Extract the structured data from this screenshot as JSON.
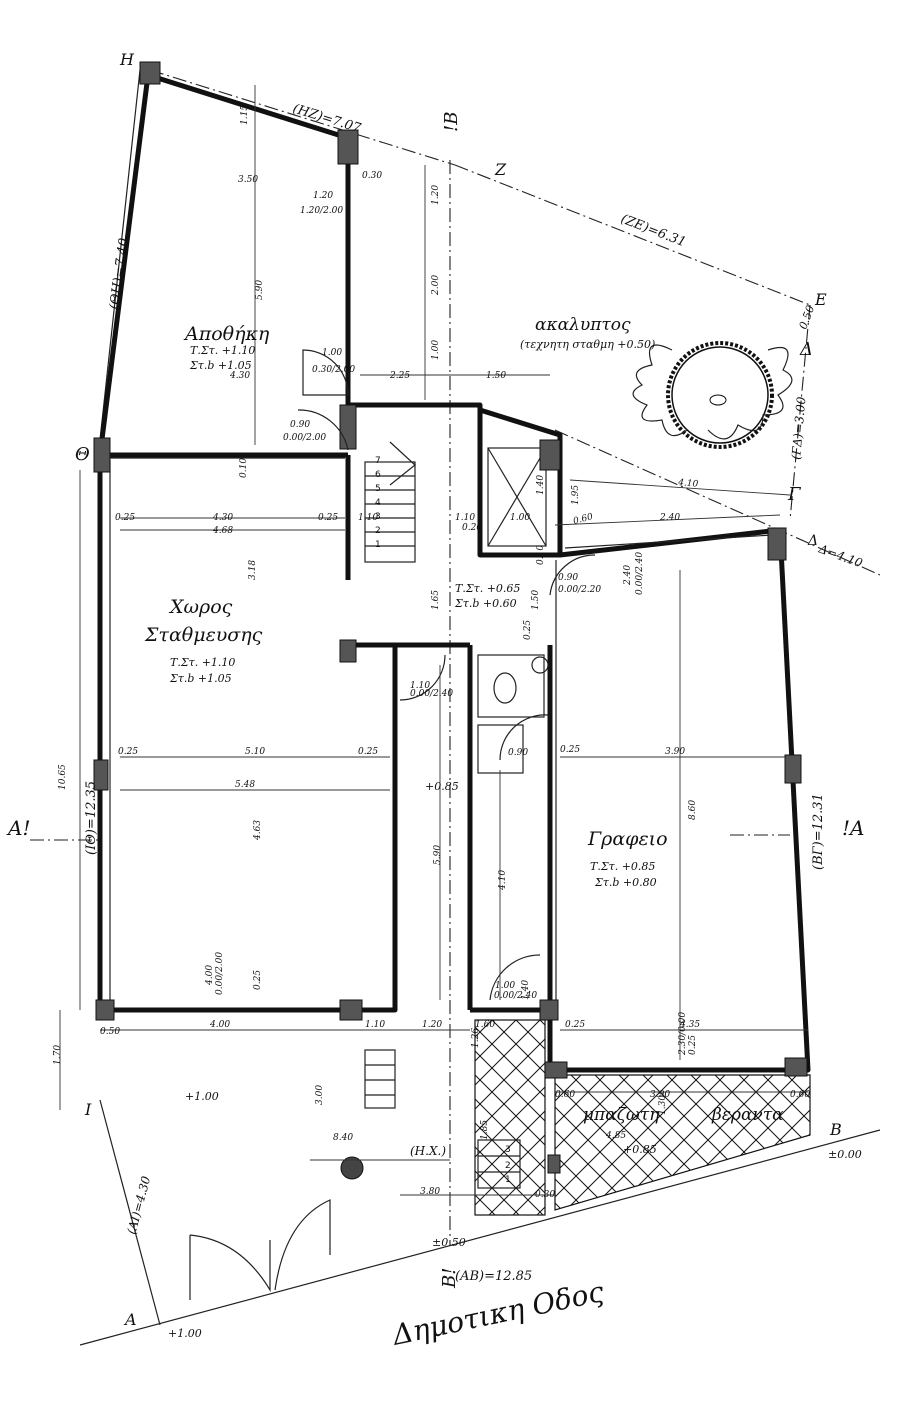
{
  "rooms": {
    "storage": {
      "name": "Αποθήκη",
      "level1": "Τ.Στ. +1.10",
      "level2": "Στ.b +1.05"
    },
    "parking": {
      "name1": "Χωρος",
      "name2": "Σταθμευσης",
      "level1": "Τ.Στ. +1.10",
      "level2": "Στ.b +1.05"
    },
    "office": {
      "name": "Γραφειο",
      "level1": "Τ.Στ. +0.85",
      "level2": "Στ.b +0.80"
    },
    "hall": {
      "level1": "Τ.Στ. +0.65",
      "level2": "Στ.b +0.60"
    },
    "yard": {
      "name": "ακαλυπτος",
      "note": "(τεχνητη σταθμη +0.50)"
    },
    "veranda": {
      "name1": "μπαζωτη",
      "name2": "βεραντα"
    },
    "street": {
      "name": "Δημοτικη Οδος"
    }
  },
  "points": {
    "H": "Η",
    "Z": "Z",
    "E": "E",
    "D": "Δ",
    "G": "Γ",
    "TH": "Θ",
    "I": "Ι",
    "A": "Α",
    "B": "B",
    "section_A_left": "Α!",
    "section_A_right": "!Α",
    "section_B_top": "!Β",
    "section_B_bottom": "Β!",
    "d_mark": "Δ"
  },
  "lengths": {
    "HZ": "(ΗΖ)=7.07",
    "ZE": "(ΖΕ)=6.31",
    "THH": "(ΘΗ)=7.40",
    "GD": "(ΓΔ)=3.00",
    "ITH": "(ΙΘ)=12.35",
    "BG": "(ΒΓ)=12.31",
    "AB": "(ΑΒ)=12.85",
    "AI": "(ΑΙ)=4.30",
    "D410": "Δ=4.10",
    "DE": "0.50"
  },
  "dimensions": [
    "1.15",
    "3.50",
    "0.30",
    "1.20",
    "1.20/2.00",
    "1.20",
    "5.90",
    "2.00",
    "4.30",
    "1.00",
    "0.30/2.00",
    "2.25",
    "1.50",
    "1.00",
    "0.90",
    "0.00/2.00",
    "0.10",
    "0.25",
    "4.30",
    "0.25",
    "1.10",
    "1.10",
    "4.68",
    "3.18",
    "0.20",
    "1.00",
    "1.40",
    "1.95",
    "4.10",
    "0.60",
    "2.40",
    "1.65",
    "1.50",
    "0.10",
    "0.25",
    "0.90",
    "0.00/2.20",
    "2.40",
    "0.00/2.40",
    "1.10",
    "0.00/2.40",
    "10.65",
    "0.25",
    "5.10",
    "0.25",
    "5.48",
    "4.63",
    "5.90",
    "0.90",
    "3.90",
    "0.25",
    "8.60",
    "4.10",
    "1.00",
    "0.00/2.40",
    "4.00",
    "0.00/2.00",
    "0.25",
    "0.50",
    "4.00",
    "1.10",
    "1.20",
    "1.60",
    "0.25",
    "4.35",
    "1.70",
    "1.26",
    "0.60",
    "3.90",
    "0.60",
    "3.00",
    "8.40",
    "1.85",
    "4.85",
    "1.30",
    "3.80",
    "0.30",
    "2.30/0.00",
    "0.25",
    "1.40"
  ],
  "levels": {
    "entrance": "+0.85",
    "lower_yard": "+1.00",
    "stair_step": "+0.85",
    "street_B": "±0.00",
    "street_mid": "±0.50",
    "corner_A": "+1.00",
    "hx": "(Η.Χ.)"
  },
  "stairs": [
    "1",
    "2",
    "3",
    "4",
    "5",
    "6",
    "7"
  ],
  "small_stairs": [
    "1",
    "2",
    "3"
  ]
}
